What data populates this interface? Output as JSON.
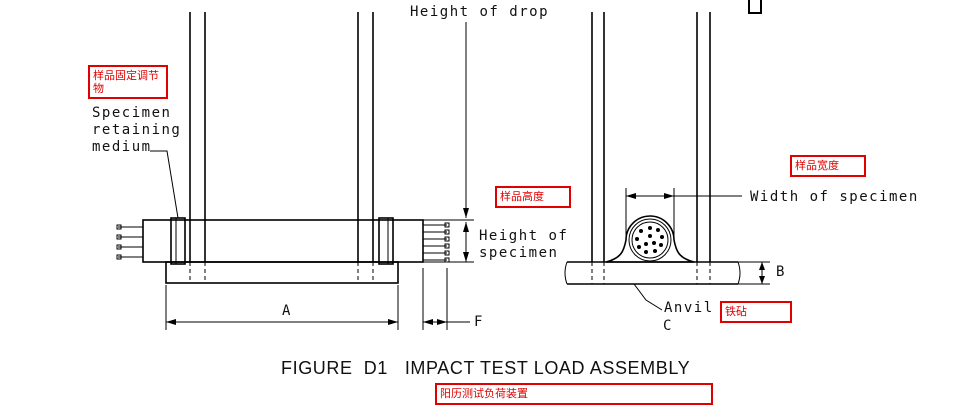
{
  "labels": {
    "height_of_drop": "Height of drop",
    "specimen_retaining_medium": "Specimen\nretaining\nmedium",
    "height_of_specimen": "Height of\nspecimen",
    "width_of_specimen": "Width of specimen",
    "dim_a": "A",
    "dim_f": "F",
    "dim_b": "B",
    "anvil": "Anvil",
    "dim_c": "C"
  },
  "caption": "FIGURE  D1   IMPACT TEST LOAD ASSEMBLY",
  "annotations": {
    "retaining_medium_cn": "样品固定调节物",
    "specimen_height_cn": "样品高度",
    "specimen_width_cn": "样品宽度",
    "anvil_cn": "铁砧",
    "caption_cn": "阳历测试负荷装置"
  },
  "colors": {
    "annotation": "#e00000",
    "line": "#000000"
  }
}
